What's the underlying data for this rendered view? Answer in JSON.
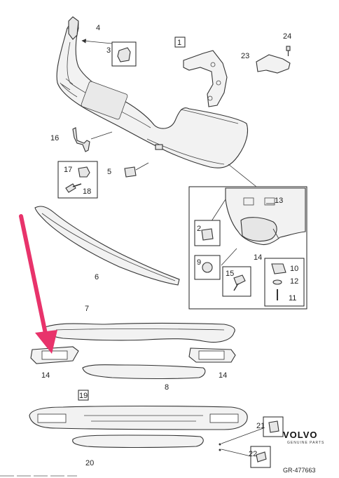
{
  "diagram": {
    "callouts": {
      "c1": "1",
      "c2": "2",
      "c3": "3",
      "c4": "4",
      "c5": "5",
      "c6": "6",
      "c7": "7",
      "c8": "8",
      "c9": "9",
      "c10": "10",
      "c11": "11",
      "c12": "12",
      "c13": "13",
      "c14a": "14",
      "c14b": "14",
      "c14c": "14",
      "c15": "15",
      "c16": "16",
      "c17": "17",
      "c18": "18",
      "c19": "19",
      "c20": "20",
      "c21": "21",
      "c22": "22",
      "c23": "23",
      "c24": "24"
    },
    "brand": "VOLVO",
    "brand_sub": "GENUINE PARTS",
    "reference": "GR-477663",
    "colors": {
      "arrow": "#e8336b",
      "line": "#333333",
      "fill": "#f2f2f2"
    }
  }
}
